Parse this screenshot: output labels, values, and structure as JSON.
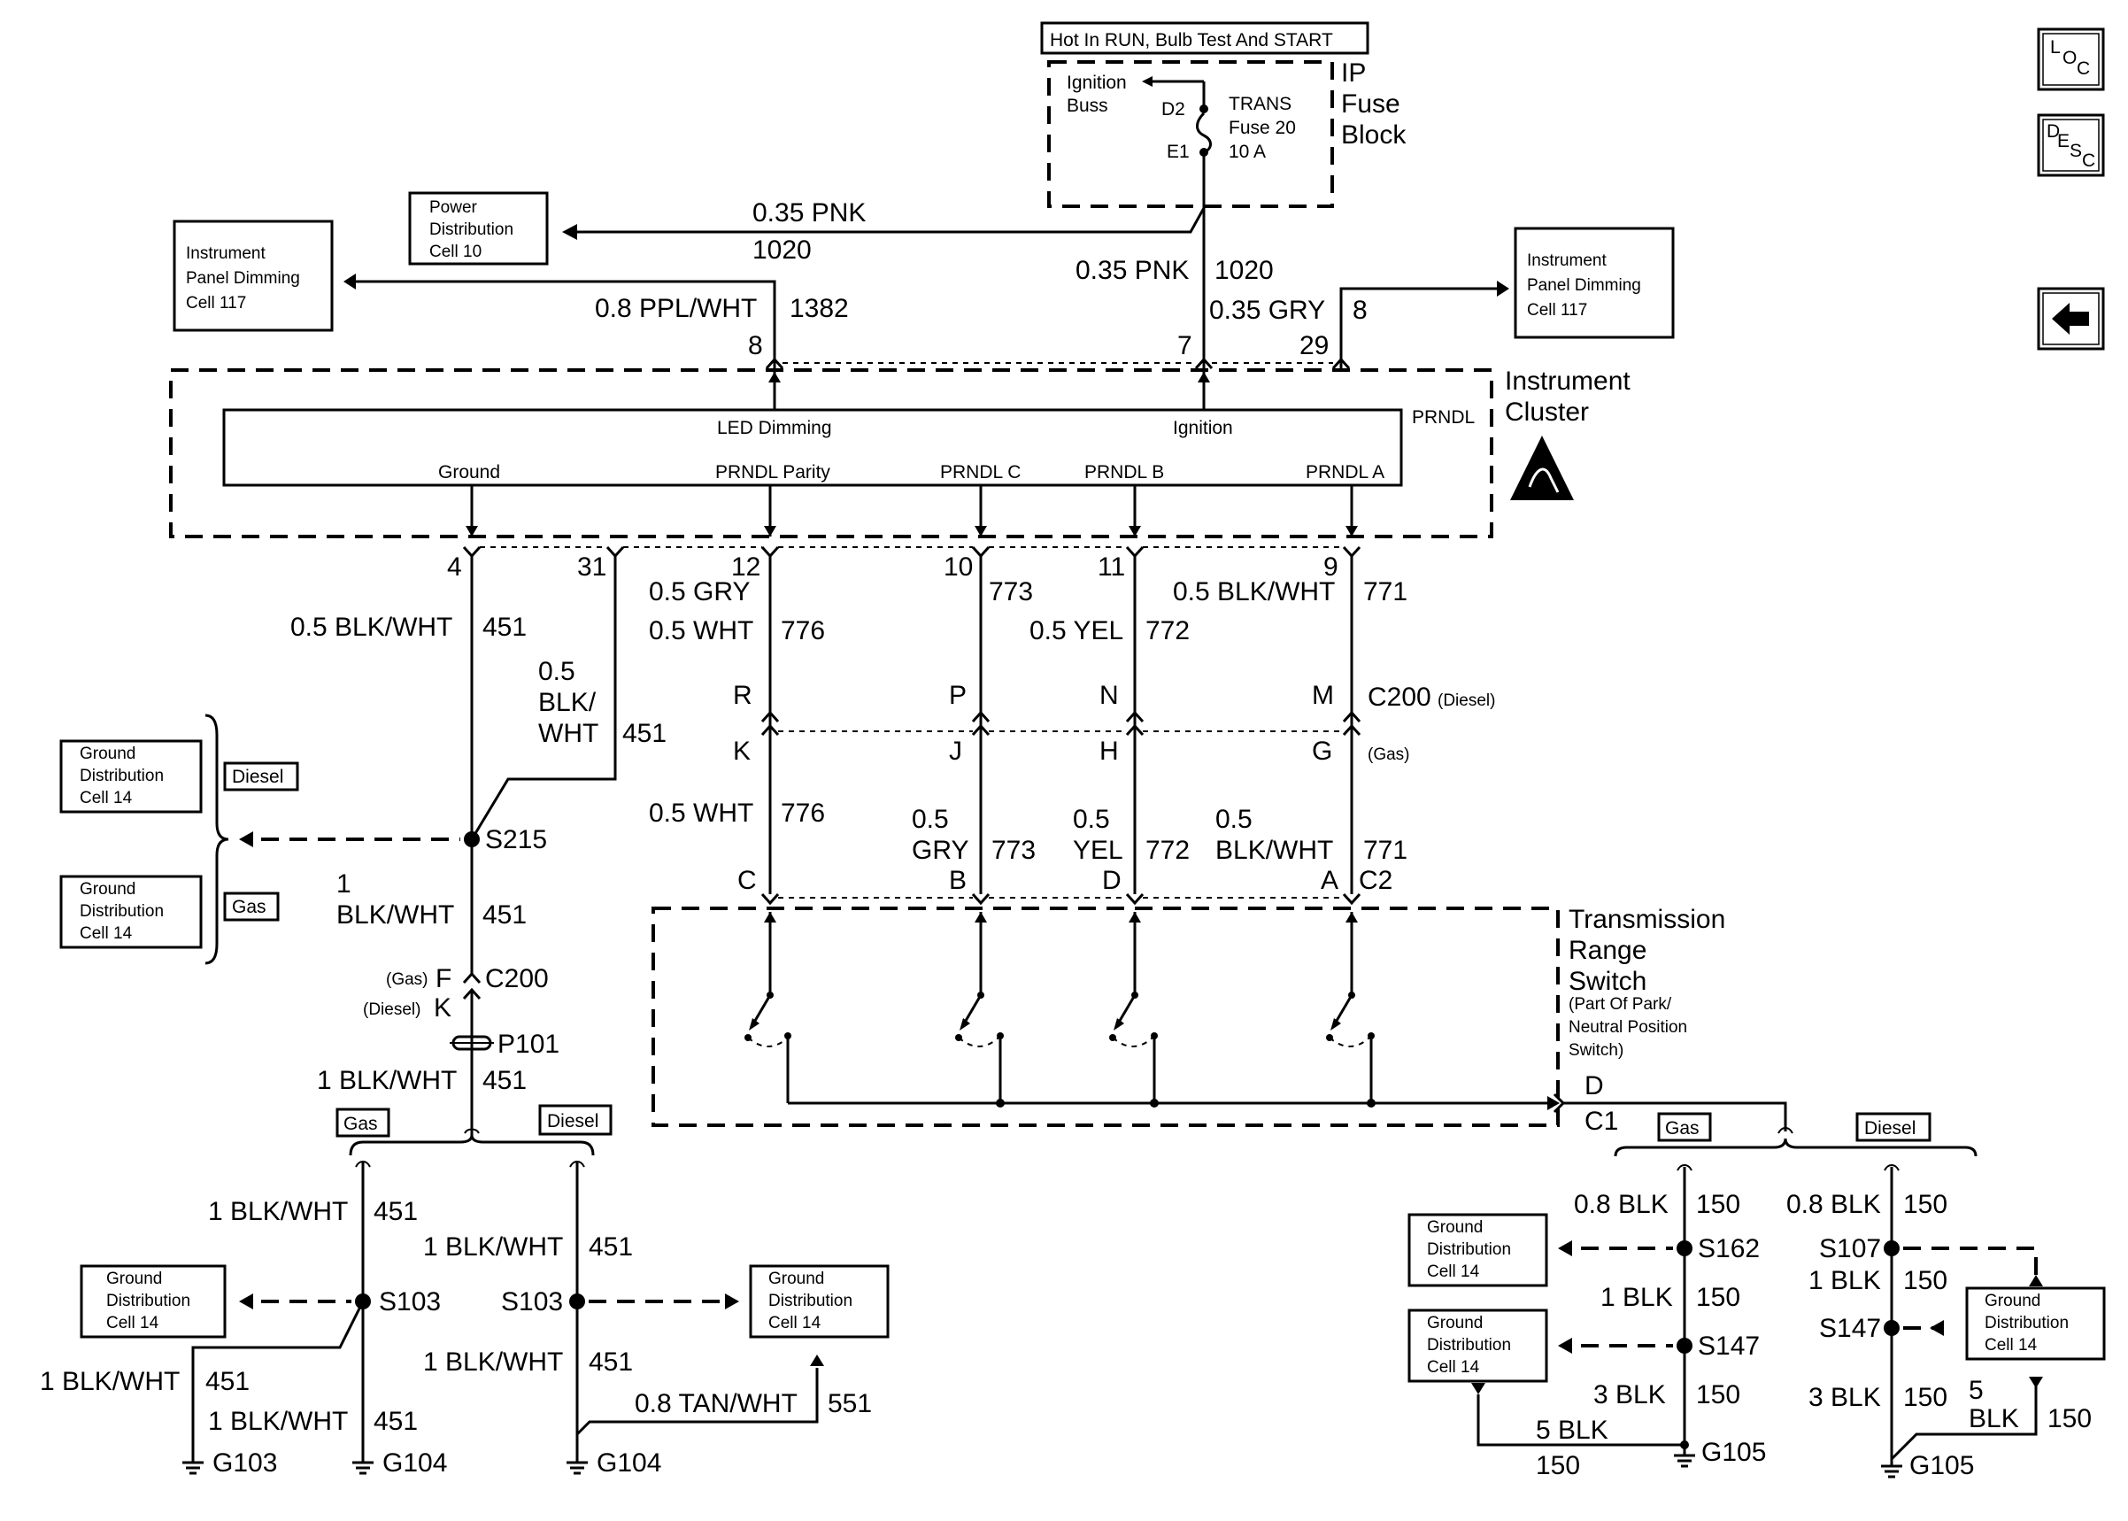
{
  "top_box": {
    "label": "Hot In RUN, Bulb Test And START"
  },
  "fuse_block": {
    "title_lines": [
      "IP",
      "Fuse",
      "Block"
    ],
    "bus_lines": [
      "Ignition",
      "Buss"
    ],
    "fuse_lines": [
      "TRANS",
      "Fuse 20",
      "10 A"
    ],
    "pin_top": "D2",
    "pin_bottom": "E1"
  },
  "refs": {
    "power_dist": [
      "Power",
      "Distribution",
      "Cell 10"
    ],
    "ip_dimming": [
      "Instrument",
      "Panel Dimming",
      "Cell 117"
    ],
    "ground_dist": [
      "Ground",
      "Distribution",
      "Cell 14"
    ]
  },
  "wires": {
    "pnk_top": {
      "gauge": "0.35 PNK",
      "circuit": "1020"
    },
    "pnk_side": {
      "gauge": "0.35 PNK",
      "circuit": "1020"
    },
    "ppl": {
      "gauge": "0.8 PPL/WHT",
      "circuit": "1382"
    },
    "gry_dim": {
      "gauge": "0.35 GRY",
      "circuit": "8"
    },
    "blk451_a": {
      "gauge": "0.5 BLK/WHT",
      "circuit": "451"
    },
    "blk451_b": {
      "lines": [
        "0.5",
        "BLK/",
        "WHT"
      ],
      "circuit": "451"
    },
    "wht776_a": {
      "gauge": "0.5 WHT",
      "circuit": "776"
    },
    "gry773_a": {
      "gauge": "0.5 GRY",
      "circuit": "773"
    },
    "yel772_a": {
      "gauge": "0.5 YEL",
      "circuit": "772"
    },
    "blk771_a": {
      "gauge": "0.5 BLK/WHT",
      "circuit": "771"
    },
    "wht776_b": {
      "gauge": "0.5 WHT",
      "circuit": "776"
    },
    "gry773_b": {
      "lines": [
        "0.5",
        "GRY"
      ],
      "circuit": "773"
    },
    "yel772_b": {
      "lines": [
        "0.5",
        "YEL"
      ],
      "circuit": "772"
    },
    "blk771_b": {
      "lines": [
        "0.5",
        "BLK/WHT"
      ],
      "circuit": "771"
    },
    "blk451_c": {
      "lines": [
        "1",
        "BLK/WHT"
      ],
      "circuit": "451"
    },
    "blk451_d": {
      "gauge": "1 BLK/WHT",
      "circuit": "451"
    },
    "gas_l1": {
      "gauge": "1 BLK/WHT",
      "circuit": "451"
    },
    "gas_l2": {
      "gauge": "1 BLK/WHT",
      "circuit": "451"
    },
    "gas_l3": {
      "gauge": "1 BLK/WHT",
      "circuit": "451"
    },
    "dsl_l1": {
      "gauge": "1 BLK/WHT",
      "circuit": "451"
    },
    "dsl_l2": {
      "gauge": "1 BLK/WHT",
      "circuit": "451"
    },
    "tan": {
      "gauge": "0.8 TAN/WHT",
      "circuit": "551"
    },
    "r_gas1": {
      "gauge": "0.8 BLK",
      "circuit": "150"
    },
    "r_gas2": {
      "gauge": "1 BLK",
      "circuit": "150"
    },
    "r_gas3": {
      "gauge": "3 BLK",
      "circuit": "150"
    },
    "r_gas4": {
      "gauge": "5 BLK",
      "circuit": "150"
    },
    "r_dsl1": {
      "gauge": "0.8 BLK",
      "circuit": "150"
    },
    "r_dsl2": {
      "gauge": "1 BLK",
      "circuit": "150"
    },
    "r_dsl3": {
      "gauge": "3 BLK",
      "circuit": "150"
    },
    "r_dsl4": {
      "lines": [
        "5",
        "BLK"
      ],
      "circuit": "150"
    }
  },
  "cluster": {
    "title_lines": [
      "Instrument",
      "Cluster"
    ],
    "module_label": "PRNDL",
    "led": "LED Dimming",
    "ignition": "Ignition",
    "outputs": [
      "Ground",
      "PRNDL Parity",
      "PRNDL C",
      "PRNDL B",
      "PRNDL A"
    ],
    "pins_top": [
      "8",
      "7",
      "29"
    ],
    "pins_bottom": [
      "4",
      "31",
      "12",
      "10",
      "11",
      "9"
    ]
  },
  "c200": {
    "name": "C200",
    "diesel_tag": "(Diesel)",
    "gas_tag": "(Gas)",
    "diesel_pins": [
      "R",
      "P",
      "N",
      "M"
    ],
    "gas_pins": [
      "K",
      "J",
      "H",
      "G"
    ],
    "ground_gas_pin": "F",
    "ground_diesel_pin": "K"
  },
  "c2": {
    "name": "C2",
    "pins": [
      "C",
      "B",
      "D",
      "A"
    ]
  },
  "c1": {
    "name": "C1",
    "pin": "D"
  },
  "switch": {
    "title_lines": [
      "Transmission",
      "Range",
      "Switch"
    ],
    "sub_lines": [
      "(Part Of Park/",
      "Neutral Position",
      "Switch)"
    ]
  },
  "splices": {
    "s215": "S215",
    "s103": "S103",
    "s162": "S162",
    "s147": "S147",
    "s107": "S107"
  },
  "p101": "P101",
  "grounds": {
    "g103": "G103",
    "g104": "G104",
    "g105": "G105"
  },
  "tags": {
    "gas": "Gas",
    "diesel": "Diesel"
  },
  "nav": {
    "loc": [
      "L",
      "O",
      "C"
    ],
    "desc": [
      "D",
      "E",
      "S",
      "C"
    ],
    "back_arrow": "back-arrow-icon"
  }
}
